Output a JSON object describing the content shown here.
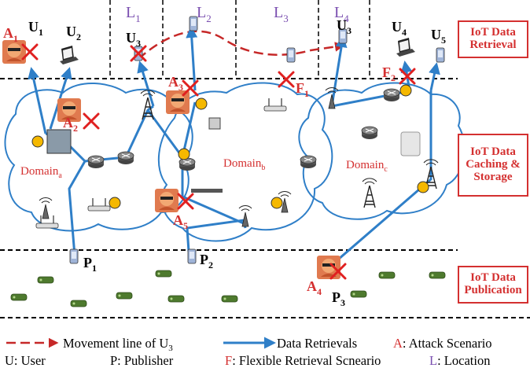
{
  "layers": {
    "retrieval": "IoT Data Retrieval",
    "caching": "IoT Data Caching & Storage",
    "publication": "IoT Data Publication"
  },
  "locations": [
    "L",
    "L",
    "L",
    "L"
  ],
  "location_subs": [
    "1",
    "2",
    "3",
    "4"
  ],
  "users": [
    {
      "base": "U",
      "sub": "1"
    },
    {
      "base": "U",
      "sub": "2"
    },
    {
      "base": "U",
      "sub": "3"
    },
    {
      "base": "U",
      "sub": "3"
    },
    {
      "base": "U",
      "sub": "4"
    },
    {
      "base": "U",
      "sub": "5"
    }
  ],
  "publishers": [
    {
      "base": "P",
      "sub": "1"
    },
    {
      "base": "P",
      "sub": "2"
    },
    {
      "base": "P",
      "sub": "3"
    }
  ],
  "attacks": [
    {
      "base": "A",
      "sub": "1"
    },
    {
      "base": "A",
      "sub": "2"
    },
    {
      "base": "A",
      "sub": "3"
    },
    {
      "base": "A",
      "sub": "4"
    },
    {
      "base": "A",
      "sub": "5"
    }
  ],
  "flex": [
    {
      "base": "F",
      "sub": "1"
    },
    {
      "base": "F",
      "sub": "2"
    }
  ],
  "domains": [
    {
      "base": "Domain",
      "sub": "a"
    },
    {
      "base": "Domain",
      "sub": "b"
    },
    {
      "base": "Domain",
      "sub": "c"
    }
  ],
  "legend": {
    "movement": "Movement line of U",
    "movement_sub": "3",
    "retrieval": "Data Retrievals",
    "attack_key": "A",
    "attack_text": ": Attack Scenario",
    "user": "U: User",
    "publisher": "P: Publisher",
    "flex_key": "F",
    "flex_text": ": Flexible Retrieval Scneario",
    "location_key": "L",
    "location_text": ": Location"
  },
  "colors": {
    "red": "#d43030",
    "blue": "#2f7fc8",
    "purple": "#7a4fb0",
    "cache": "#f5b800"
  }
}
